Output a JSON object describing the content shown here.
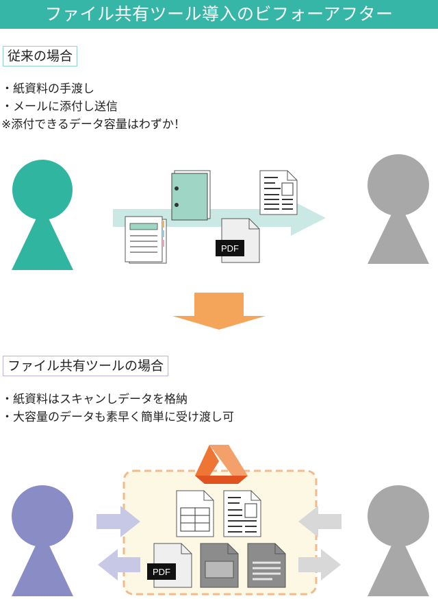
{
  "title": "ファイル共有ツール導入のビフォーアフター",
  "colors": {
    "title_bar": "#35b6a6",
    "teal_person": "#2fb5a0",
    "gray_person": "#a8a8a8",
    "purple_person": "#8a8cc6",
    "down_arrow": "#f5a55a",
    "drive_logo": "#ef7b3d",
    "share_box": "#fdf8e3",
    "share_box_border": "#f2b98a"
  },
  "before": {
    "heading": "従来の場合",
    "items": [
      "・紙資料の手渡し",
      "・メールに添付し送信",
      "※添付できるデータ容量はわずか！"
    ],
    "pdf_label": "PDF",
    "icons": [
      "person-teal-icon",
      "binder-icon",
      "paper-document-icon",
      "pdf-file-icon",
      "newspaper-document-icon",
      "person-gray-icon"
    ]
  },
  "after": {
    "heading": "ファイル共有ツールの場合",
    "items": [
      "・紙資料はスキャンしデータを格納",
      "・大容量のデータも素早く簡単に受け渡し可"
    ],
    "pdf_label": "PDF",
    "icons": [
      "drive-logo-icon",
      "spreadsheet-file-icon",
      "document-file-icon",
      "pdf-file-icon",
      "image-file-icon",
      "text-file-icon"
    ]
  }
}
